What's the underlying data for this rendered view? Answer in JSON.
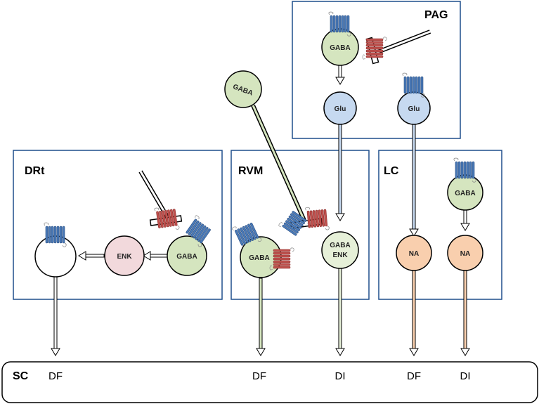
{
  "regions": {
    "pag": "PAG",
    "drt": "DRt",
    "rvm": "RVM",
    "lc": "LC",
    "sc": "SC"
  },
  "neurons": {
    "pag_gaba": "GABA",
    "pag_glu_left": "Glu",
    "pag_glu_right": "Glu",
    "outside_gaba": "GABA",
    "drt_enk": "ENK",
    "drt_gaba": "GABA",
    "rvm_gaba": "GABA",
    "rvm_gaba_enk_line1": "GABA",
    "rvm_gaba_enk_line2": "ENK",
    "lc_gaba": "GABA",
    "lc_na_left": "NA",
    "lc_na_right": "NA"
  },
  "targets": {
    "drt_df": "DF",
    "rvm_df": "DF",
    "rvm_di": "DI",
    "lc_df": "DF",
    "lc_di": "DI"
  },
  "colors": {
    "box_border": "#1f4e8c",
    "gaba_fill": "#d5e5bf",
    "glu_fill": "#c6d9f0",
    "enk_fill": "#f2d9dc",
    "na_fill": "#f9cfae",
    "gaba_enk_fill": "#e6f0d8",
    "empty_fill": "#ffffff",
    "mu_receptor": "#4a7ab8",
    "delta_receptor": "#c0504d"
  }
}
